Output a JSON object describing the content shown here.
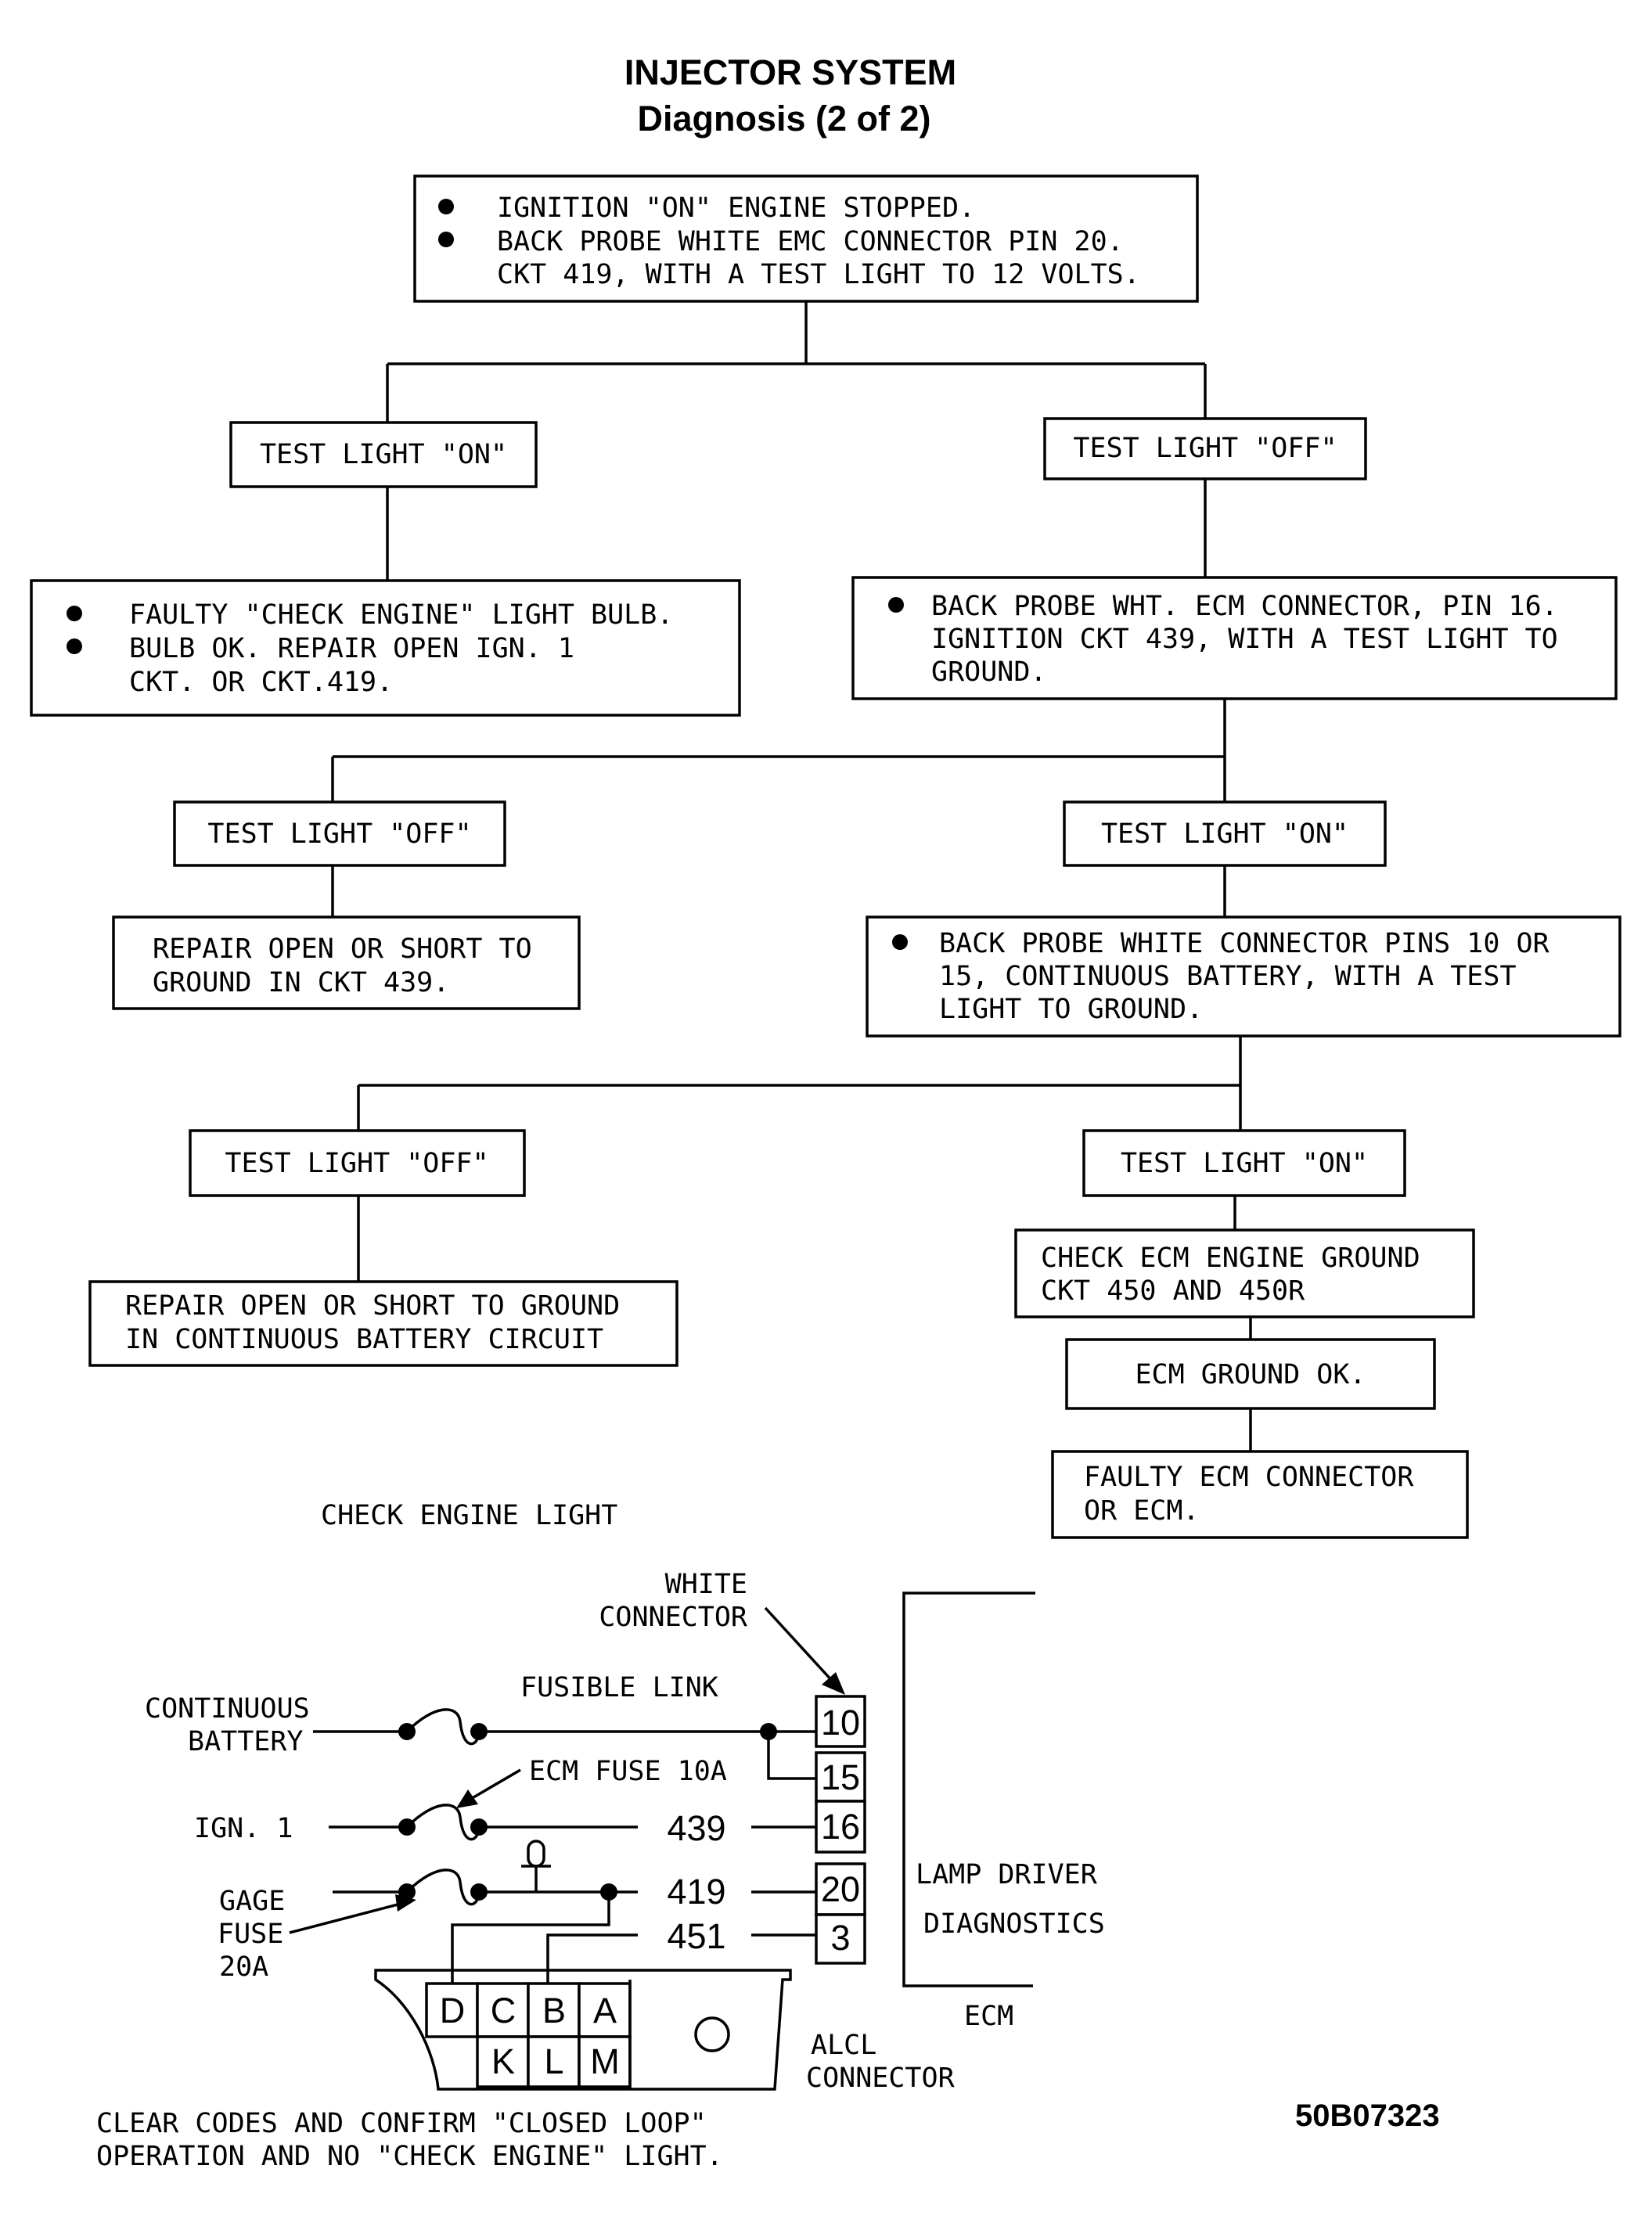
{
  "title": "INJECTOR SYSTEM",
  "subtitle": "Diagnosis (2 of 2)",
  "boxes": {
    "start": {
      "bullets": [
        [
          "IGNITION \"ON\" ENGINE STOPPED."
        ],
        [
          "BACK PROBE WHITE EMC CONNECTOR PIN 20.",
          "CKT 419, WITH A TEST LIGHT TO 12 VOLTS."
        ]
      ]
    },
    "l1_left_label": "TEST LIGHT \"ON\"",
    "l1_right_label": "TEST LIGHT \"OFF\"",
    "l1_left_result": {
      "bullets": [
        [
          "FAULTY \"CHECK ENGINE\" LIGHT BULB."
        ],
        [
          "BULB OK. REPAIR OPEN IGN. 1",
          "CKT. OR CKT.419."
        ]
      ]
    },
    "l1_right_step": {
      "bullets": [
        [
          "BACK PROBE WHT. ECM CONNECTOR, PIN 16.",
          "IGNITION CKT 439, WITH A TEST LIGHT TO",
          "GROUND."
        ]
      ]
    },
    "l2_left_label": "TEST LIGHT \"OFF\"",
    "l2_right_label": "TEST LIGHT \"ON\"",
    "l2_left_result": [
      "REPAIR OPEN OR SHORT TO",
      "GROUND IN CKT 439."
    ],
    "l2_right_step": {
      "bullets": [
        [
          "BACK PROBE WHITE CONNECTOR PINS 10 OR",
          "15, CONTINUOUS BATTERY, WITH A TEST",
          "LIGHT TO GROUND."
        ]
      ]
    },
    "l3_left_label": "TEST LIGHT \"OFF\"",
    "l3_right_label": "TEST LIGHT \"ON\"",
    "l3_left_result": [
      "REPAIR OPEN OR SHORT TO GROUND",
      "IN CONTINUOUS BATTERY CIRCUIT"
    ],
    "check_ground": [
      "CHECK ECM ENGINE GROUND",
      "CKT 450 AND 450R"
    ],
    "ground_ok": "ECM GROUND OK.",
    "faulty": [
      "FAULTY ECM CONNECTOR",
      "OR ECM."
    ]
  },
  "schematic": {
    "heading": "CHECK ENGINE LIGHT",
    "white_connector": [
      "WHITE",
      "CONNECTOR"
    ],
    "fusible_link": "FUSIBLE LINK",
    "continuous_battery": [
      "CONTINUOUS",
      "BATTERY"
    ],
    "ecm_fuse": "ECM FUSE 10A",
    "ign1": "IGN. 1",
    "gage_fuse": [
      "GAGE",
      "FUSE",
      "20A"
    ],
    "circuits": [
      "439",
      "419",
      "451"
    ],
    "pins": [
      "10",
      "15",
      "16",
      "20",
      "3"
    ],
    "lamp_driver": [
      "LAMP DRIVER",
      "DIAGNOSTICS"
    ],
    "ecm": "ECM",
    "alcl_letters_top": [
      "D",
      "C",
      "B",
      "A"
    ],
    "alcl_letters_bottom": [
      "K",
      "L",
      "M"
    ],
    "alcl_connector": [
      "ALCL",
      "CONNECTOR"
    ]
  },
  "footer": {
    "note": [
      "CLEAR CODES AND CONFIRM \"CLOSED LOOP\"",
      "OPERATION AND NO \"CHECK ENGINE\" LIGHT."
    ],
    "figure_id": "50B07323"
  }
}
